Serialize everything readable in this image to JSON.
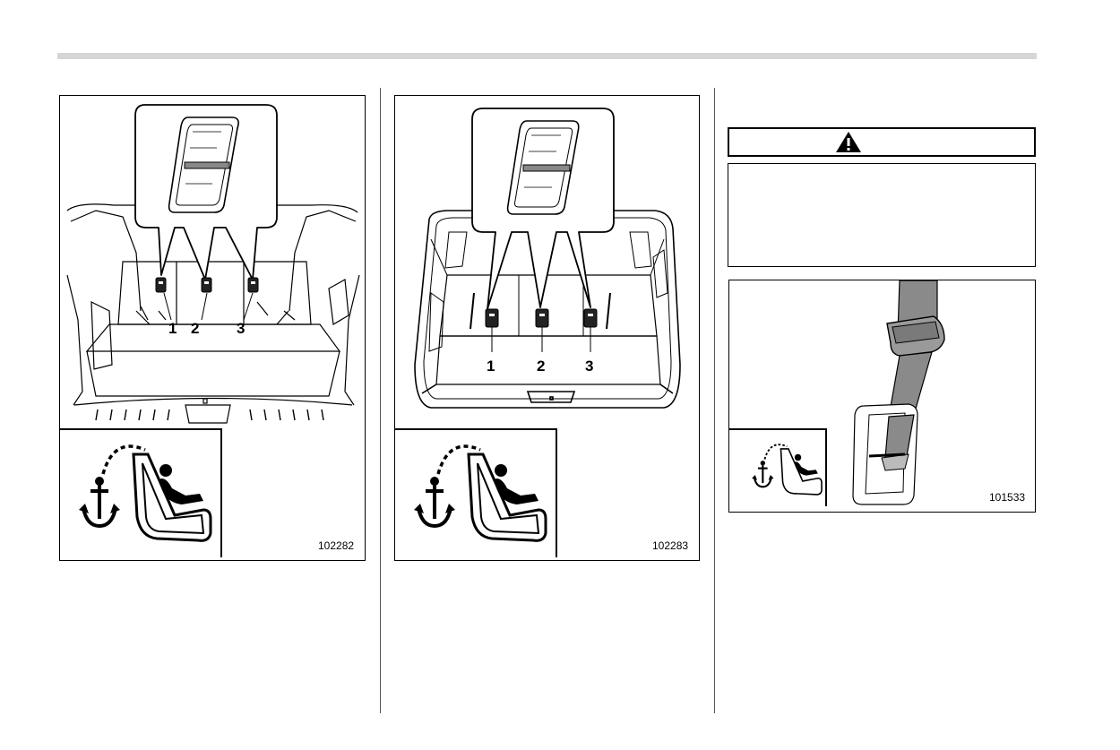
{
  "figures": [
    {
      "id": "102282",
      "callouts": [
        "1",
        "2",
        "3"
      ]
    },
    {
      "id": "102283",
      "callouts": [
        "1",
        "2",
        "3"
      ]
    },
    {
      "id": "101533"
    }
  ],
  "warning": {
    "icon": "warning-triangle-icon",
    "body_text": ""
  },
  "icons": {
    "anchor": "anchor-icon",
    "child_seat": "child-seat-icon",
    "tether_anchor": "tether-anchor-icon"
  }
}
